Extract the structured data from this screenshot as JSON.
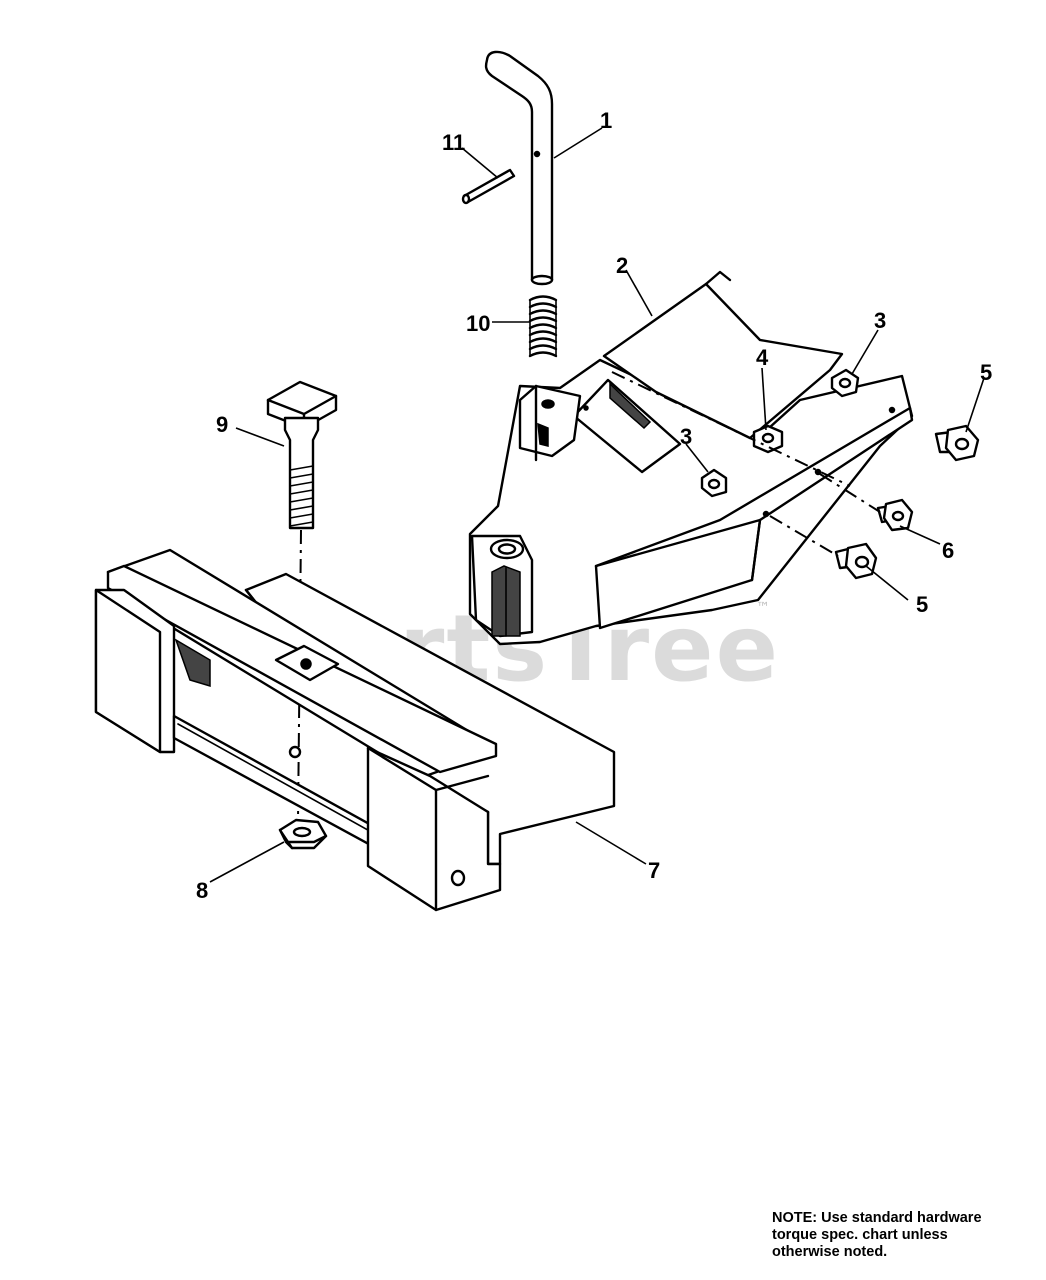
{
  "watermark": {
    "text": "PartsTree",
    "trademark": "™"
  },
  "callouts": [
    {
      "id": "c1",
      "text": "1"
    },
    {
      "id": "c2",
      "text": "2"
    },
    {
      "id": "c3a",
      "text": "3"
    },
    {
      "id": "c3b",
      "text": "3"
    },
    {
      "id": "c4",
      "text": "4"
    },
    {
      "id": "c5a",
      "text": "5"
    },
    {
      "id": "c5b",
      "text": "5"
    },
    {
      "id": "c6",
      "text": "6"
    },
    {
      "id": "c7",
      "text": "7"
    },
    {
      "id": "c8",
      "text": "8"
    },
    {
      "id": "c9",
      "text": "9"
    },
    {
      "id": "c10",
      "text": "10"
    },
    {
      "id": "c11",
      "text": "11"
    }
  ],
  "note": {
    "label": "NOTE:",
    "line1": "Use standard hardware",
    "line2": "torque spec. chart unless",
    "line3": "otherwise noted."
  }
}
